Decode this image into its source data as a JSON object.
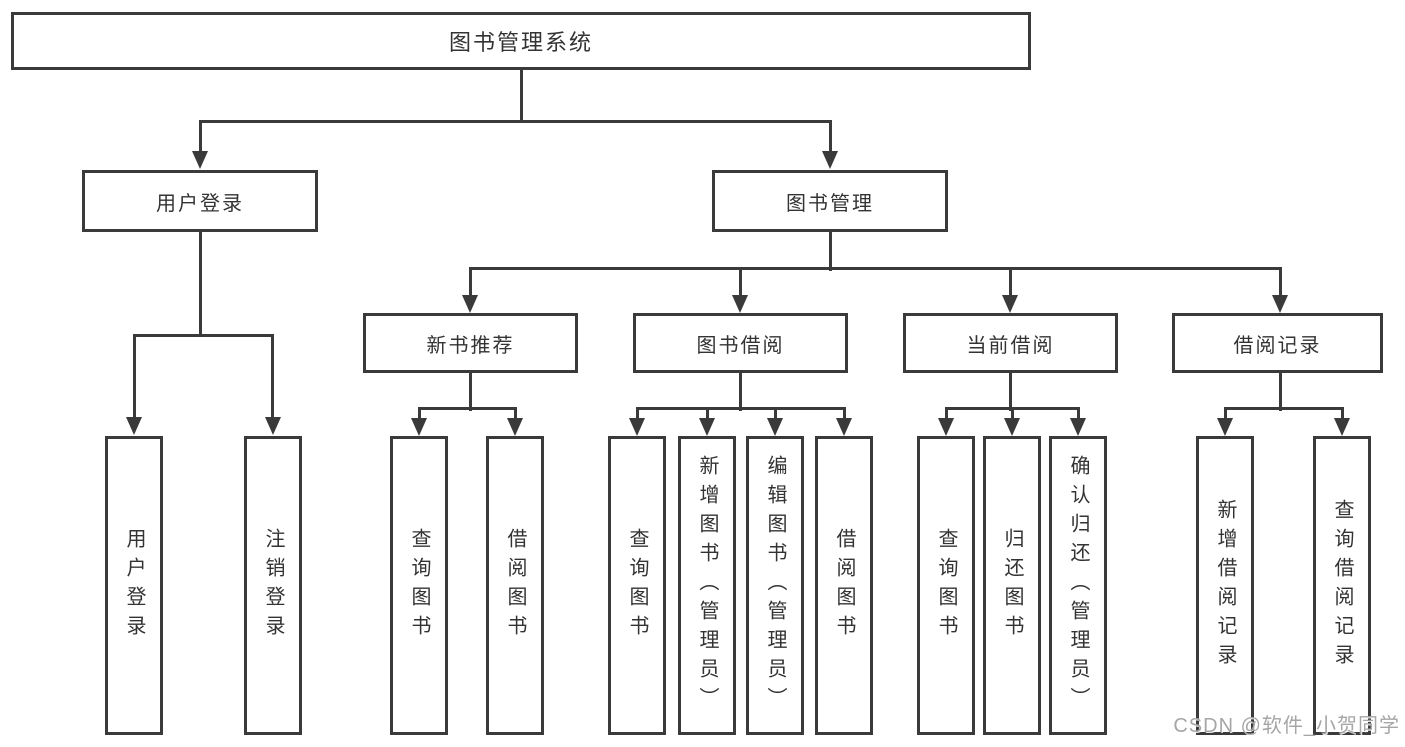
{
  "diagram": {
    "root": "图书管理系统",
    "branches": [
      {
        "label": "用户登录",
        "children": [
          "用户登录",
          "注销登录"
        ]
      },
      {
        "label": "图书管理",
        "groups": [
          {
            "label": "新书推荐",
            "children": [
              "查询图书",
              "借阅图书"
            ]
          },
          {
            "label": "图书借阅",
            "children": [
              "查询图书",
              "新增图书（管理员）",
              "编辑图书（管理员）",
              "借阅图书"
            ]
          },
          {
            "label": "当前借阅",
            "children": [
              "查询图书",
              "归还图书",
              "确认归还（管理员）"
            ]
          },
          {
            "label": "借阅记录",
            "children": [
              "新增借阅记录",
              "查询借阅记录"
            ]
          }
        ]
      }
    ],
    "watermark": "CSDN @软件_小贺同学",
    "colors": {
      "line": "#3a3a3a",
      "text": "#333333",
      "box_background": "#ffffff",
      "page_background": "#ffffff",
      "watermark": "#a6a6a6"
    }
  }
}
